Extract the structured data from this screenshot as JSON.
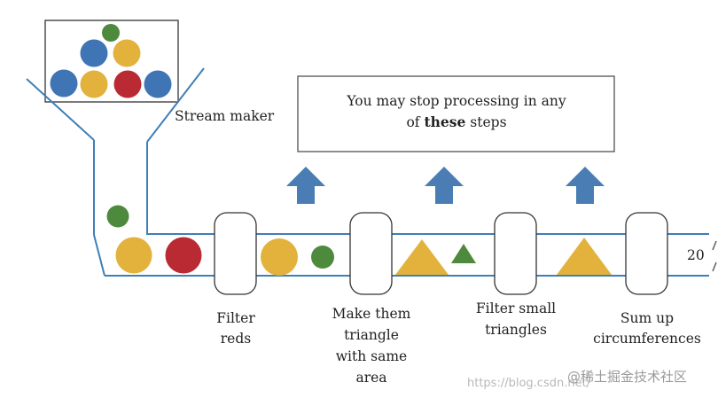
{
  "labels": {
    "stream_maker": "Stream maker",
    "filter_reds": [
      "Filter",
      "reds"
    ],
    "make_triangle": [
      "Make them",
      "triangle",
      "with same",
      "area"
    ],
    "filter_small": [
      "Filter small",
      "triangles"
    ],
    "sum_up": [
      "Sum up",
      "circumferences"
    ],
    "result": "20"
  },
  "message": {
    "line1": "You may stop processing in any",
    "line2_prefix": "of ",
    "line2_bold": "these",
    "line2_suffix": " steps"
  },
  "watermark": {
    "url": "https://blog.csdn.net/",
    "brand": "@稀土掘金技术社区"
  },
  "colors": {
    "blue": "#3f75b5",
    "yellow": "#e3b23c",
    "red": "#b92a32",
    "green": "#4e8a3e",
    "arrow": "#4a7db3",
    "line": "#3f7fb6",
    "outline": "#333333"
  }
}
